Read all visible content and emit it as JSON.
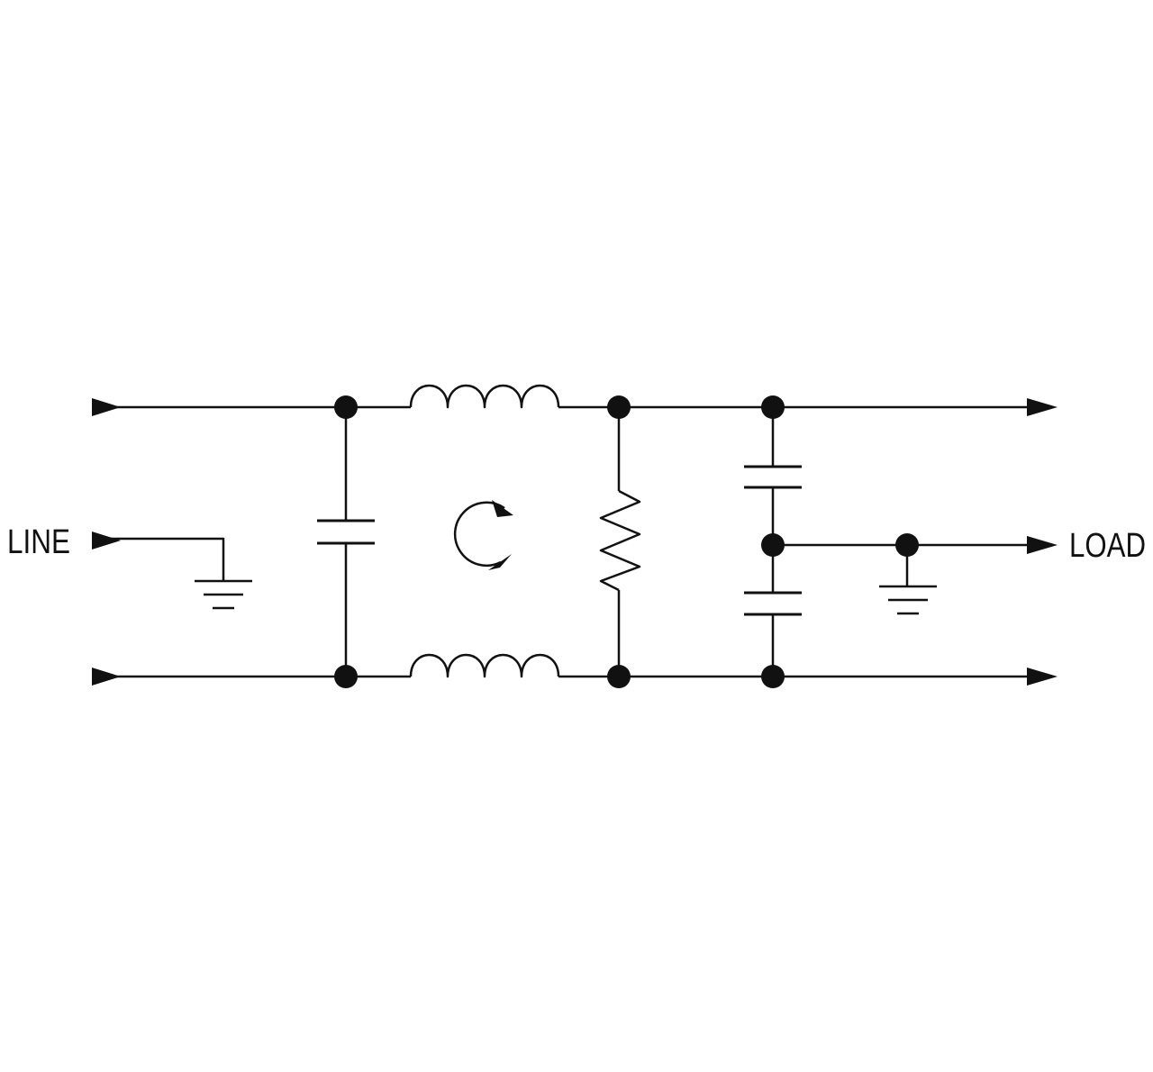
{
  "diagram": {
    "input_label": "LINE",
    "output_label": "LOAD",
    "colors": {
      "background": "#ffffff",
      "stroke": "#111111"
    },
    "components": [
      "input-terminal",
      "x-capacitor",
      "common-mode-choke",
      "bleeder-resistor",
      "y-capacitor",
      "earth-ground",
      "output-terminal"
    ]
  }
}
